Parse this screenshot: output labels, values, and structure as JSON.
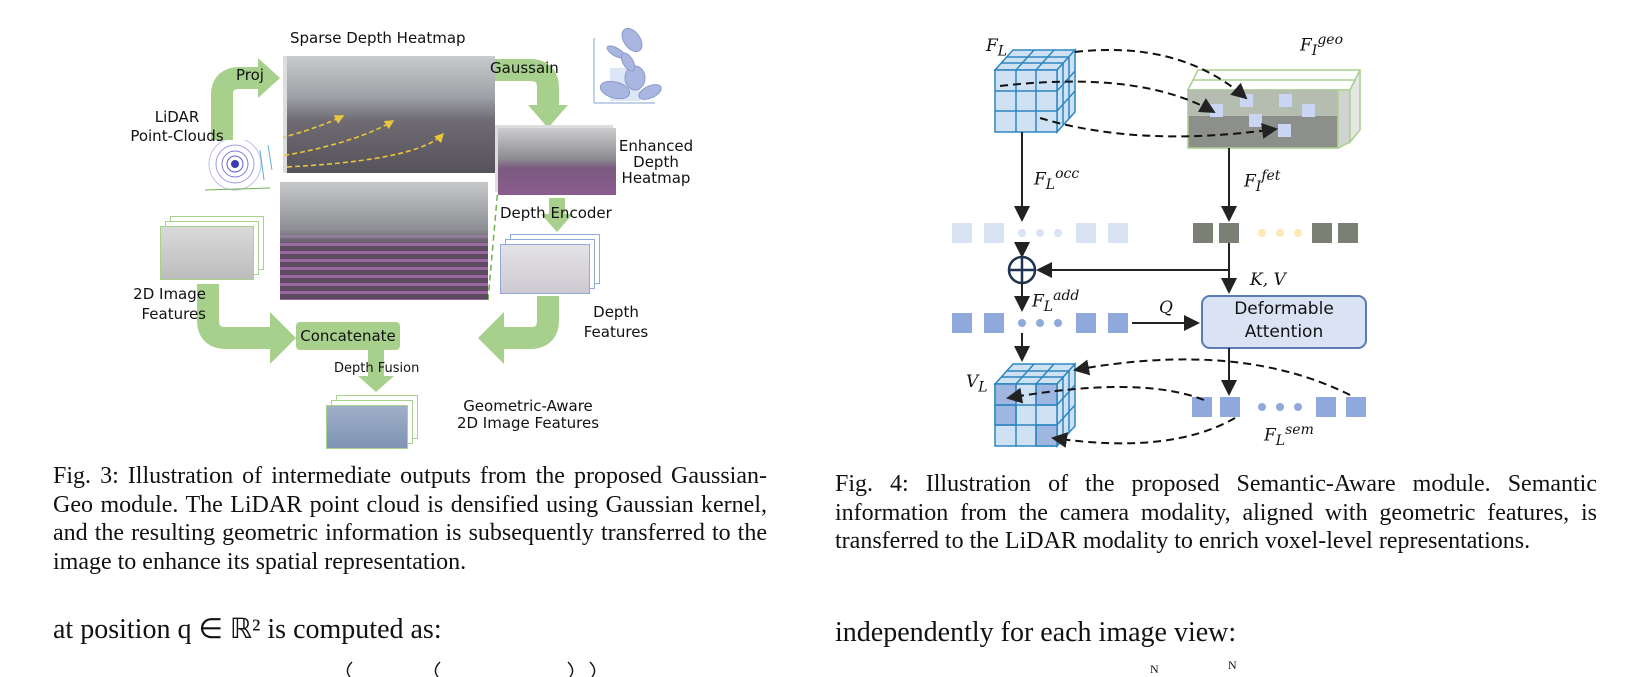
{
  "fig3": {
    "labels": {
      "sparse_depth_heatmap": "Sparse Depth Heatmap",
      "proj": "Proj",
      "gaussain": "Gaussain",
      "lidar_line1": "LiDAR",
      "lidar_line2": "Point-Clouds",
      "enhanced_line1": "Enhanced",
      "enhanced_line2": "Depth",
      "enhanced_line3": "Heatmap",
      "depth_encoder": "Depth Encoder",
      "image_features_line1": "2D Image",
      "image_features_line2": "Features",
      "depth_features_line1": "Depth",
      "depth_features_line2": "Features",
      "concatenate": "Concatenate",
      "depth_fusion": "Depth Fusion",
      "geo_aware_line1": "Geometric-Aware",
      "geo_aware_line2": "2D Image Features"
    },
    "caption": "Fig. 3: Illustration of intermediate outputs from the proposed Gaussian-Geo module. The LiDAR point cloud is densified using Gaussian kernel, and the resulting geometric information is subsequently transferred to the image to enhance its spatial representation.",
    "body_text": "at position q ∈ ℝ² is computed as:",
    "colors": {
      "arrow_green": "#a8d08d",
      "feature_border": "#a9d18e",
      "depth_border": "#8faadc"
    }
  },
  "fig4": {
    "labels": {
      "F_L": "F",
      "F_L_sub": "L",
      "F_I_geo": "F",
      "F_I_geo_sub": "I",
      "F_I_geo_sup": "geo",
      "F_L_occ_sup": "occ",
      "F_I_fet_sup": "fet",
      "F_L_add_sup": "add",
      "K_V": "K, V",
      "Q": "Q",
      "deformable_line1": "Deformable",
      "deformable_line2": "Attention",
      "V_L": "V",
      "F_L_sem_sup": "sem"
    },
    "caption": "Fig. 4: Illustration of the proposed Semantic-Aware module. Semantic information from the camera modality, aligned with geometric features, is transferred to the LiDAR modality to enrich voxel-level representations.",
    "body_text": "independently for each image view:",
    "colors": {
      "cube_fill": "#cfe2f3",
      "cube_stroke": "#2e86c1",
      "token_light": "#dae3f3",
      "token_dark": "#8fa9dc",
      "attention_fill": "#dae3f3",
      "attention_stroke": "#5b7bb5",
      "dot_yellow": "#fde9b5"
    }
  }
}
